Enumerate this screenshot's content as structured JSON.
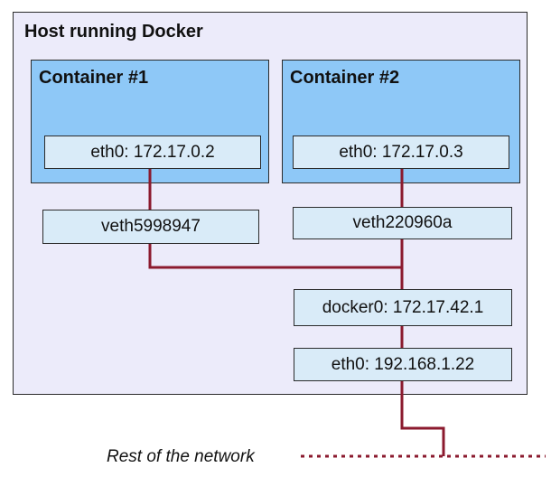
{
  "host": {
    "title": "Host running Docker"
  },
  "containers": [
    {
      "title": "Container #1",
      "interface": "eth0: 172.17.0.2",
      "veth": "veth5998947"
    },
    {
      "title": "Container #2",
      "interface": "eth0: 172.17.0.3",
      "veth": "veth220960a"
    }
  ],
  "bridge": {
    "label": "docker0: 172.17.42.1"
  },
  "host_interface": {
    "label": "eth0: 192.168.1.22"
  },
  "network": {
    "label": "Rest of the network"
  },
  "colors": {
    "host_background": "#ecebfa",
    "container_background": "#8ec8f7",
    "interface_background": "#d9ebf8",
    "wire": "#8b1a2e",
    "border": "#2b2b2b"
  }
}
